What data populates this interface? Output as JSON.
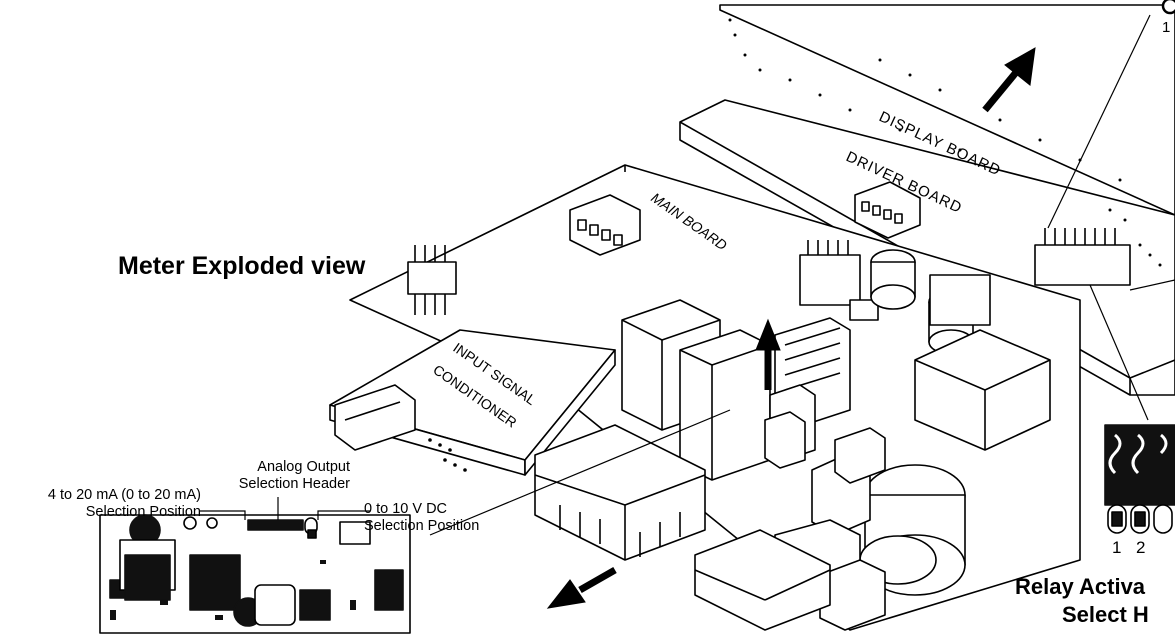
{
  "title": "Meter Exploded view",
  "boards": {
    "display": "DISPLAY BOARD",
    "driver": "DRIVER BOARD",
    "main": "MAIN BOARD",
    "input_line1": "INPUT SIGNAL",
    "input_line2": "CONDITIONER"
  },
  "callouts": {
    "analog_header_line1": "Analog Output",
    "analog_header_line2": "Selection Header",
    "ma_line1": "4 to 20 mA (0 to 20 mA)",
    "ma_line2": "Selection Position",
    "volt_line1": "0 to 10 V DC",
    "volt_line2": "Selection Position"
  },
  "relay": {
    "label_line1": "Relay Activa",
    "label_line2": "Select H",
    "pin_numbers": [
      "1",
      "2"
    ],
    "top_pin_number": "1"
  },
  "colors": {
    "line": "#000000",
    "fill": "#ffffff",
    "dark": "#111111"
  }
}
